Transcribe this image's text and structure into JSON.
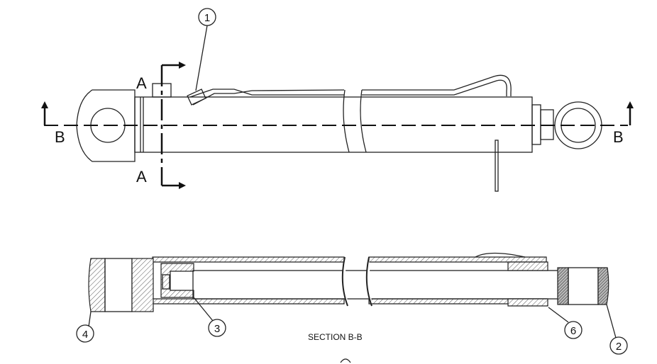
{
  "view_labels": {
    "section_a_top": "A",
    "section_a_bottom": "A",
    "section_b_left": "B",
    "section_b_right": "B"
  },
  "section_title": "SECTION B-B",
  "callouts": [
    "1",
    "2",
    "3",
    "4",
    "6"
  ]
}
